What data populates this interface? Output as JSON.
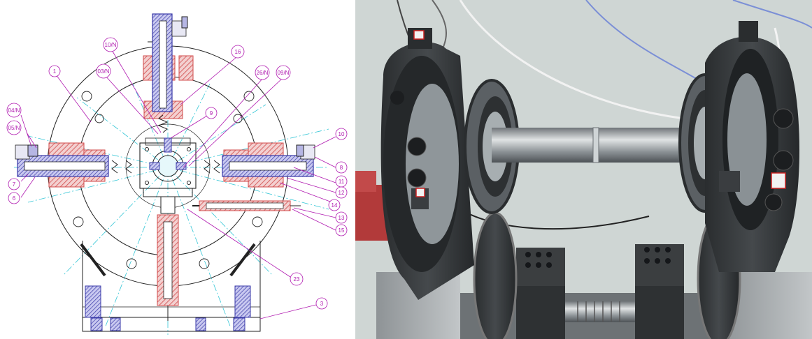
{
  "diagram": {
    "callouts": [
      {
        "id": "c-1",
        "text": "1"
      },
      {
        "id": "c-10n",
        "text": "10/N"
      },
      {
        "id": "c-03n",
        "text": "03/N"
      },
      {
        "id": "c-16",
        "text": "16"
      },
      {
        "id": "c-26n",
        "text": "26/N"
      },
      {
        "id": "c-09n",
        "text": "09/N"
      },
      {
        "id": "c-04n",
        "text": "04/N"
      },
      {
        "id": "c-05n",
        "text": "05/N"
      },
      {
        "id": "c-9",
        "text": "9"
      },
      {
        "id": "c-10",
        "text": "10"
      },
      {
        "id": "c-8",
        "text": "8"
      },
      {
        "id": "c-11",
        "text": "11"
      },
      {
        "id": "c-12",
        "text": "12"
      },
      {
        "id": "c-14",
        "text": "14"
      },
      {
        "id": "c-13",
        "text": "13"
      },
      {
        "id": "c-15",
        "text": "15"
      },
      {
        "id": "c-7",
        "text": "7"
      },
      {
        "id": "c-6",
        "text": "6"
      },
      {
        "id": "c-23",
        "text": "23"
      },
      {
        "id": "c-3",
        "text": "3"
      }
    ],
    "colors": {
      "line": "#222222",
      "callout": "#b01ab0",
      "centerline": "#33c6d6",
      "hatch_red": "#d14a4a",
      "blue_part": "#3a3aa8"
    }
  },
  "photo": {
    "icons": [
      "test-rig-photo-icon"
    ],
    "colors": {
      "background": "#cfd6d4",
      "metal_dark": "#2e3133",
      "shaft": "#9aa0a4",
      "wheel": "#5b6064"
    }
  }
}
